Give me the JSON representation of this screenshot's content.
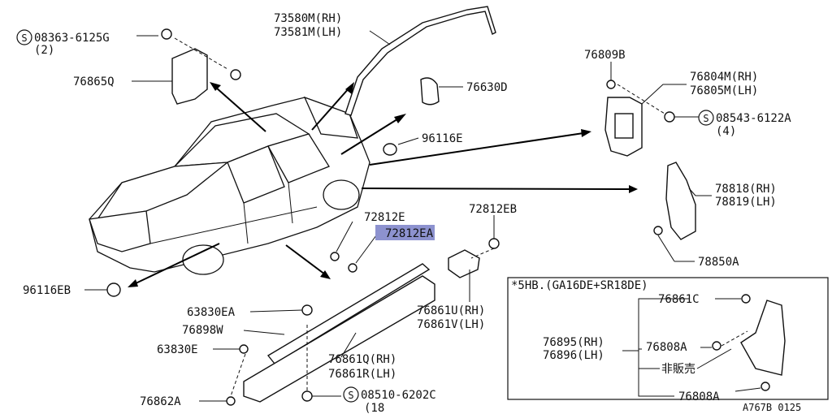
{
  "labels": {
    "l73580m": "73580M(RH)",
    "l73581m": "73581M(LH)",
    "s08363": "08363-6125G",
    "s08363_qty": "(2)",
    "l76865q": "76865Q",
    "l76630d": "76630D",
    "l96116e": "96116E",
    "l76809b": "76809B",
    "l76804m": "76804M(RH)",
    "l76805m": "76805M(LH)",
    "s08543": "08543-6122A",
    "s08543_qty": "(4)",
    "l78818": "78818(RH)",
    "l78819": "78819(LH)",
    "l78850a": "78850A",
    "l72812e": "72812E",
    "l72812ea": "72812EA",
    "l72812eb": "72812EB",
    "l96116eb": "96116EB",
    "l76861u": "76861U(RH)",
    "l76861v": "76861V(LH)",
    "l63830ea": "63830EA",
    "l76898w": "76898W",
    "l63830e": "63830E",
    "l76861q": "76861Q(RH)",
    "l76861r": "76861R(LH)",
    "l76862a": "76862A",
    "s08510": "08510-6202C",
    "s08510_qty": "(18",
    "inset_title": "*5HB.(GA16DE+SR18DE)",
    "l76861c": "76861C",
    "l76895": "76895(RH)",
    "l76896": "76896(LH)",
    "l76808a_1": "76808A",
    "l76808a_2": "76808A",
    "not_for_sale": "非販売",
    "diagram_code": "A767B 0125"
  },
  "screw_symbol": "S",
  "highlight_color": "#8d92cf"
}
